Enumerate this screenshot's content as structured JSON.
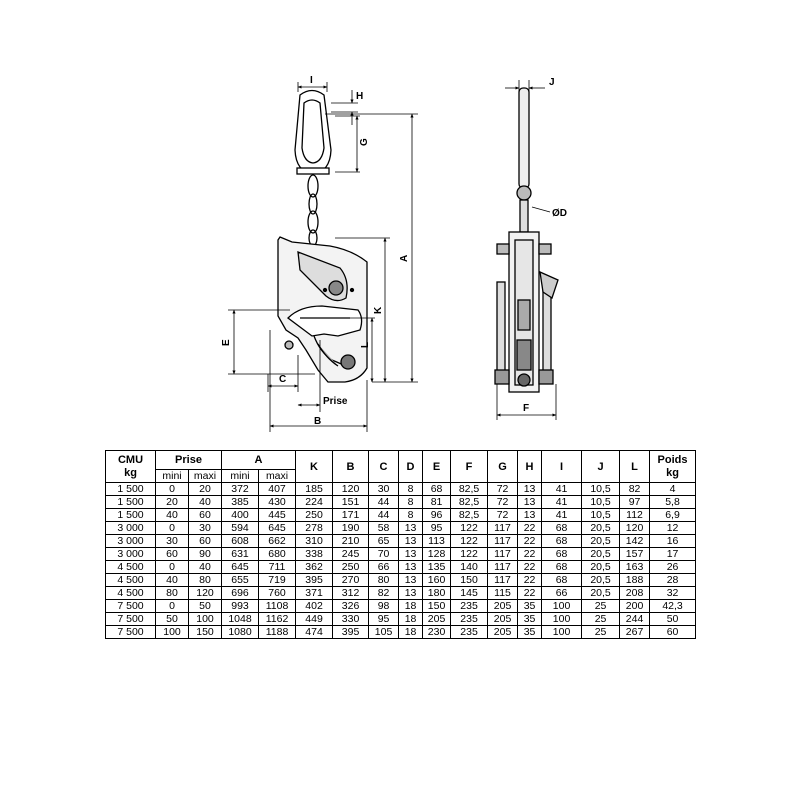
{
  "drawing": {
    "labels": {
      "I": "I",
      "H": "H",
      "G": "G",
      "A": "A",
      "K": "K",
      "E": "E",
      "L": "L",
      "C": "C",
      "prise": "Prise",
      "B": "B",
      "J": "J",
      "D": "ØD",
      "F": "F"
    }
  },
  "table": {
    "headers": {
      "cmu": "CMU\nkg",
      "prise": "Prise",
      "a": "A",
      "k": "K",
      "b": "B",
      "c": "C",
      "d": "D",
      "e": "E",
      "f": "F",
      "g": "G",
      "h": "H",
      "i": "I",
      "j": "J",
      "l": "L",
      "poids": "Poids\nkg",
      "mini": "mini",
      "maxi": "maxi"
    },
    "rows": [
      [
        "1 500",
        "0",
        "20",
        "372",
        "407",
        "185",
        "120",
        "30",
        "8",
        "68",
        "82,5",
        "72",
        "13",
        "41",
        "10,5",
        "82",
        "4"
      ],
      [
        "1 500",
        "20",
        "40",
        "385",
        "430",
        "224",
        "151",
        "44",
        "8",
        "81",
        "82,5",
        "72",
        "13",
        "41",
        "10,5",
        "97",
        "5,8"
      ],
      [
        "1 500",
        "40",
        "60",
        "400",
        "445",
        "250",
        "171",
        "44",
        "8",
        "96",
        "82,5",
        "72",
        "13",
        "41",
        "10,5",
        "112",
        "6,9"
      ],
      [
        "3 000",
        "0",
        "30",
        "594",
        "645",
        "278",
        "190",
        "58",
        "13",
        "95",
        "122",
        "117",
        "22",
        "68",
        "20,5",
        "120",
        "12"
      ],
      [
        "3 000",
        "30",
        "60",
        "608",
        "662",
        "310",
        "210",
        "65",
        "13",
        "113",
        "122",
        "117",
        "22",
        "68",
        "20,5",
        "142",
        "16"
      ],
      [
        "3 000",
        "60",
        "90",
        "631",
        "680",
        "338",
        "245",
        "70",
        "13",
        "128",
        "122",
        "117",
        "22",
        "68",
        "20,5",
        "157",
        "17"
      ],
      [
        "4 500",
        "0",
        "40",
        "645",
        "711",
        "362",
        "250",
        "66",
        "13",
        "135",
        "140",
        "117",
        "22",
        "68",
        "20,5",
        "163",
        "26"
      ],
      [
        "4 500",
        "40",
        "80",
        "655",
        "719",
        "395",
        "270",
        "80",
        "13",
        "160",
        "150",
        "117",
        "22",
        "68",
        "20,5",
        "188",
        "28"
      ],
      [
        "4 500",
        "80",
        "120",
        "696",
        "760",
        "371",
        "312",
        "82",
        "13",
        "180",
        "145",
        "115",
        "22",
        "66",
        "20,5",
        "208",
        "32"
      ],
      [
        "7 500",
        "0",
        "50",
        "993",
        "1108",
        "402",
        "326",
        "98",
        "18",
        "150",
        "235",
        "205",
        "35",
        "100",
        "25",
        "200",
        "42,3"
      ],
      [
        "7 500",
        "50",
        "100",
        "1048",
        "1162",
        "449",
        "330",
        "95",
        "18",
        "205",
        "235",
        "205",
        "35",
        "100",
        "25",
        "244",
        "50"
      ],
      [
        "7 500",
        "100",
        "150",
        "1080",
        "1188",
        "474",
        "395",
        "105",
        "18",
        "230",
        "235",
        "205",
        "35",
        "100",
        "25",
        "267",
        "60"
      ]
    ]
  }
}
